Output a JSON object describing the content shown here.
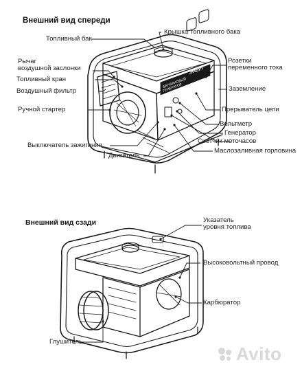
{
  "front": {
    "heading": "Внешний вид спереди",
    "labels": {
      "fuel_tank": "Топливный бак",
      "choke_lever_line1": "Рычаг",
      "choke_lever_line2": "воздушной заслонки",
      "fuel_valve": "Топливный кран",
      "air_filter": "Воздушный фильтр",
      "recoil_starter": "Ручной стартер",
      "ignition_switch": "Выключатель зажигания",
      "engine": "Двигатель",
      "fuel_cap": "Крышка топливного бака",
      "ac_outlets_line1": "Розетки",
      "ac_outlets_line2": "переменного тока",
      "grounding": "Заземление",
      "circuit_breaker": "Прерыватель цепи",
      "voltmeter": "Вольтметр",
      "generator": "Генератор",
      "hour_meter": "Счетчик моточасов",
      "oil_filler_neck": "Маслозаливная горловина"
    },
    "panel_text": {
      "brand": "ЭНЕРГ",
      "model_line1": "БЕНЗИНОВЫЙ",
      "model_line2": "ГЕНЕРАТОР"
    }
  },
  "rear": {
    "heading": "Внешний вид сзади",
    "labels": {
      "fuel_gauge_line1": "Указатель",
      "fuel_gauge_line2": "уровня топлива",
      "hv_wire": "Высоковольтный провод",
      "carburetor": "Карбюратор",
      "muffler": "Глушитель"
    }
  },
  "watermark": "Avito",
  "colors": {
    "line": "#1a1a1a",
    "watermark": "#d9d9d9"
  }
}
